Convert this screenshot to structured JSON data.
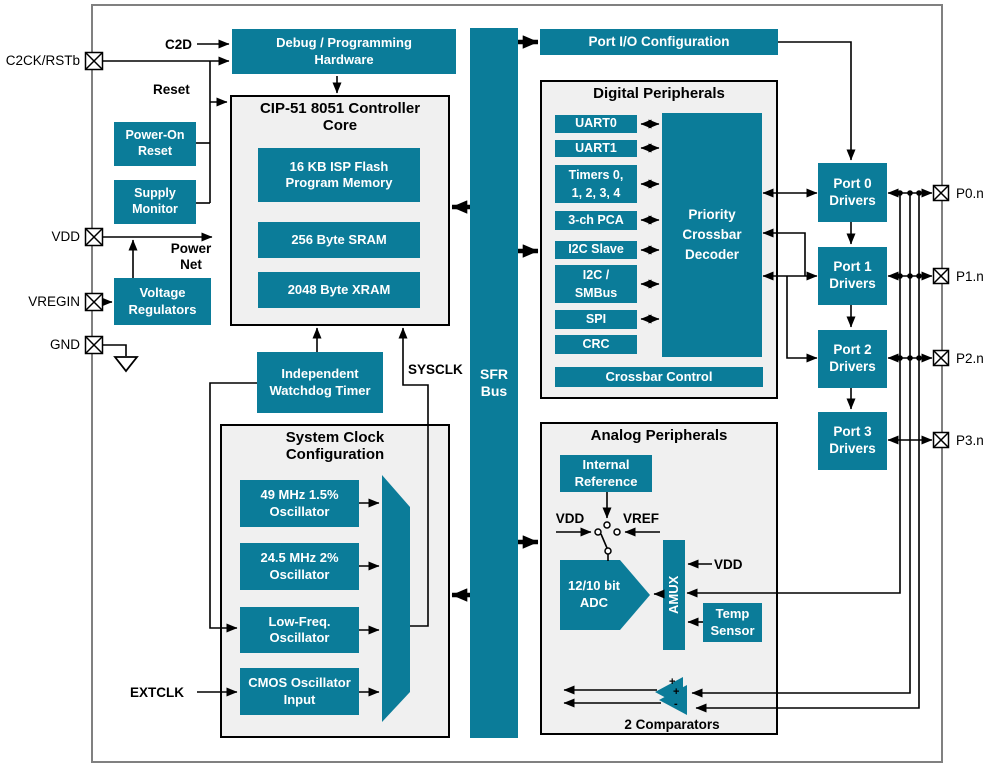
{
  "colors": {
    "teal": "#0b7c99",
    "panel_fill": "#f0f0f0",
    "panel_border": "#000000",
    "outer_border": "#808080",
    "wire": "#000000"
  },
  "pins": {
    "left": [
      {
        "label": "C2CK/RSTb"
      },
      {
        "label": "VDD"
      },
      {
        "label": "VREGIN"
      },
      {
        "label": "GND"
      }
    ],
    "right": [
      {
        "label": "P0.n"
      },
      {
        "label": "P1.n"
      },
      {
        "label": "P2.n"
      },
      {
        "label": "P3.n"
      }
    ]
  },
  "signals": {
    "c2d": "C2D",
    "reset": "Reset",
    "power_net": "Power\nNet",
    "sysclk": "SYSCLK",
    "extclk": "EXTCLK",
    "vdd_switch": "VDD",
    "vref_switch": "VREF",
    "vdd_amux": "VDD",
    "comparator_label": "2 Comparators",
    "comparator_signs": [
      "+",
      "+",
      "-"
    ]
  },
  "panels": {
    "cip": {
      "title": "CIP-51 8051 Controller\nCore"
    },
    "scc": {
      "title": "System Clock\nConfiguration"
    },
    "digital": {
      "title": "Digital Peripherals"
    },
    "analog": {
      "title": "Analog Peripherals"
    }
  },
  "blocks": {
    "debug": "Debug / Programming\nHardware",
    "por": "Power-On\nReset",
    "supply": "Supply\nMonitor",
    "vreg": "Voltage\nRegulators",
    "flash": "16 KB ISP Flash\nProgram Memory",
    "sram": "256 Byte SRAM",
    "xram": "2048 Byte XRAM",
    "iwdt": "Independent\nWatchdog Timer",
    "osc49": "49 MHz 1.5%\nOscillator",
    "osc24": "24.5 MHz 2%\nOscillator",
    "lfosc": "Low-Freq.\nOscillator",
    "cmos": "CMOS Oscillator\nInput",
    "sfrbus": "SFR\nBus",
    "portio": "Port I/O Configuration",
    "uart0": "UART0",
    "uart1": "UART1",
    "timers": "Timers 0,\n1, 2, 3, 4",
    "pca": "3-ch PCA",
    "i2cslave": "I2C Slave",
    "i2csmbus": "I2C /\nSMBus",
    "spi": "SPI",
    "crc": "CRC",
    "decoder": "Priority\nCrossbar\nDecoder",
    "xbarctl": "Crossbar Control",
    "intref": "Internal\nReference",
    "adc": "12/10 bit\nADC",
    "amux": "AMUX",
    "temp": "Temp\nSensor",
    "port0": "Port 0\nDrivers",
    "port1": "Port 1\nDrivers",
    "port2": "Port 2\nDrivers",
    "port3": "Port 3\nDrivers"
  }
}
